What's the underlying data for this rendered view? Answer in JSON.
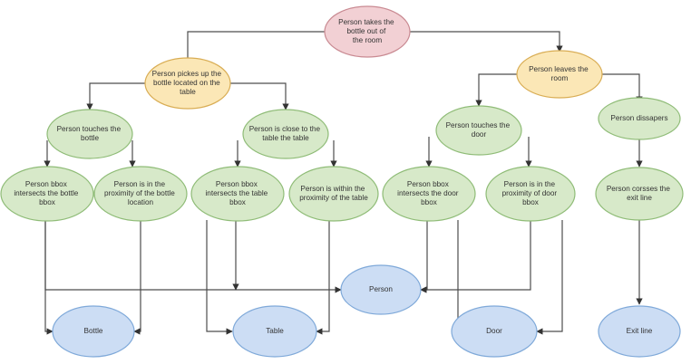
{
  "diagram": {
    "title": "Person takes the bottle out of the room",
    "type": "flowchart",
    "colors": {
      "root_fill": "#f2d0d4",
      "root_stroke": "#c98a92",
      "action_fill": "#fbe7b6",
      "action_stroke": "#d9ad54",
      "condition_fill": "#d7e9c9",
      "condition_stroke": "#8fbc77",
      "object_fill": "#ccddf4",
      "object_stroke": "#7fa9d9",
      "edge": "#4d4d4d",
      "text": "#333333"
    }
  },
  "nodes": {
    "root": {
      "label": "Person takes the bottle out of the room",
      "lines": [
        "Person takes the",
        "bottle out of",
        "the room"
      ]
    },
    "pick_bottle": {
      "label": "Person pickes up the bottle located on the table",
      "lines": [
        "Person pickes up the",
        "bottle located on the",
        "table"
      ]
    },
    "leaves_room": {
      "label": "Person leaves the room",
      "lines": [
        "Person leaves the",
        "room"
      ]
    },
    "touches_bottle": {
      "label": "Person touches the bottle",
      "lines": [
        "Person touches the",
        "bottle"
      ]
    },
    "close_to_table": {
      "label": "Person is close to the table the table",
      "lines": [
        "Person is close to the",
        "table the table"
      ]
    },
    "touches_door": {
      "label": "Person touches the door",
      "lines": [
        "Person touches the",
        "door"
      ]
    },
    "dissapers": {
      "label": "Person dissapers",
      "lines": [
        "Person dissapers"
      ]
    },
    "bbox_bottle": {
      "label": "Person bbox intersects the bottle bbox",
      "lines": [
        "Person bbox",
        "intersects the bottle",
        "bbox"
      ]
    },
    "prox_bottle": {
      "label": "Person is in the proximity of the bottle location",
      "lines": [
        "Person is in the",
        "proximity of the bottle",
        "location"
      ]
    },
    "bbox_table": {
      "label": "Person bbox intersects the table bbox",
      "lines": [
        "Person bbox",
        "intersects the table",
        "bbox"
      ]
    },
    "prox_table": {
      "label": "Person is within the proximity of the table",
      "lines": [
        "Person is within the",
        "proximity of the table"
      ]
    },
    "bbox_door": {
      "label": "Person bbox intersects the door bbox",
      "lines": [
        "Person bbox",
        "intersects the door",
        "bbox"
      ]
    },
    "prox_door": {
      "label": "Person is in the proximity of door bbox",
      "lines": [
        "Person is in the",
        "proximity of door",
        "bbox"
      ]
    },
    "crosses_exit": {
      "label": "Person corsses the exit line",
      "lines": [
        "Person corsses the",
        "exit line"
      ]
    },
    "bottle": {
      "label": "Bottle",
      "lines": [
        "Bottle"
      ]
    },
    "table": {
      "label": "Table",
      "lines": [
        "Table"
      ]
    },
    "person": {
      "label": "Person",
      "lines": [
        "Person"
      ]
    },
    "door": {
      "label": "Door",
      "lines": [
        "Door"
      ]
    },
    "exit_line": {
      "label": "Exit line",
      "lines": [
        "Exit line"
      ]
    }
  },
  "edges": [
    {
      "from": "root",
      "to": "pick_bottle"
    },
    {
      "from": "root",
      "to": "leaves_room"
    },
    {
      "from": "pick_bottle",
      "to": "touches_bottle"
    },
    {
      "from": "pick_bottle",
      "to": "close_to_table"
    },
    {
      "from": "leaves_room",
      "to": "touches_door"
    },
    {
      "from": "leaves_room",
      "to": "dissapers"
    },
    {
      "from": "touches_bottle",
      "to": "bbox_bottle"
    },
    {
      "from": "touches_bottle",
      "to": "prox_bottle"
    },
    {
      "from": "close_to_table",
      "to": "bbox_table"
    },
    {
      "from": "close_to_table",
      "to": "prox_table"
    },
    {
      "from": "touches_door",
      "to": "bbox_door"
    },
    {
      "from": "touches_door",
      "to": "prox_door"
    },
    {
      "from": "dissapers",
      "to": "crosses_exit"
    },
    {
      "from": "bbox_bottle",
      "to": "bottle"
    },
    {
      "from": "bbox_bottle",
      "to": "person"
    },
    {
      "from": "prox_bottle",
      "to": "bottle"
    },
    {
      "from": "bbox_table",
      "to": "table"
    },
    {
      "from": "bbox_table",
      "to": "person"
    },
    {
      "from": "prox_table",
      "to": "table"
    },
    {
      "from": "bbox_door",
      "to": "door"
    },
    {
      "from": "bbox_door",
      "to": "person"
    },
    {
      "from": "prox_door",
      "to": "door"
    },
    {
      "from": "prox_door",
      "to": "person"
    },
    {
      "from": "crosses_exit",
      "to": "exit_line"
    },
    {
      "from": "crosses_exit",
      "to": "person"
    }
  ]
}
